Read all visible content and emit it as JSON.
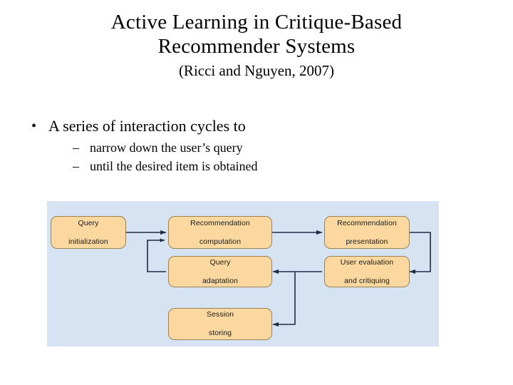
{
  "slide": {
    "title_line1": "Active Learning in Critique-Based",
    "title_line2": "Recommender Systems",
    "subtitle": "(Ricci and Nguyen, 2007)",
    "bullets": {
      "level1": "A series of interaction cycles to",
      "level1_marker": "•",
      "level2_marker": "–",
      "level2_items": [
        "narrow down the user’s query",
        "until the desired item is obtained"
      ]
    }
  },
  "diagram": {
    "panel_background": "#d5e3f3",
    "node_fill": "#fbd89f",
    "node_border": "#9c8250",
    "arrow_color": "#1f2a44",
    "nodes": [
      {
        "id": "query-initialization",
        "line1": "Query",
        "line2": "initialization"
      },
      {
        "id": "recommendation-computation",
        "line1": "Recommendation",
        "line2": "computation"
      },
      {
        "id": "recommendation-presentation",
        "line1": "Recommendation",
        "line2": "presentation"
      },
      {
        "id": "query-adaptation",
        "line1": "Query",
        "line2": "adaptation"
      },
      {
        "id": "user-evaluation",
        "line1": "User evaluation",
        "line2": "and critiquing"
      },
      {
        "id": "session-storing",
        "line1": "Session",
        "line2": "storing"
      }
    ],
    "edges": [
      {
        "from": "query-initialization",
        "to": "recommendation-computation"
      },
      {
        "from": "recommendation-computation",
        "to": "recommendation-presentation"
      },
      {
        "from": "recommendation-presentation",
        "to": "user-evaluation"
      },
      {
        "from": "user-evaluation",
        "to": "query-adaptation"
      },
      {
        "from": "query-adaptation",
        "to": "recommendation-computation"
      },
      {
        "from": "user-evaluation",
        "to": "session-storing"
      }
    ]
  }
}
